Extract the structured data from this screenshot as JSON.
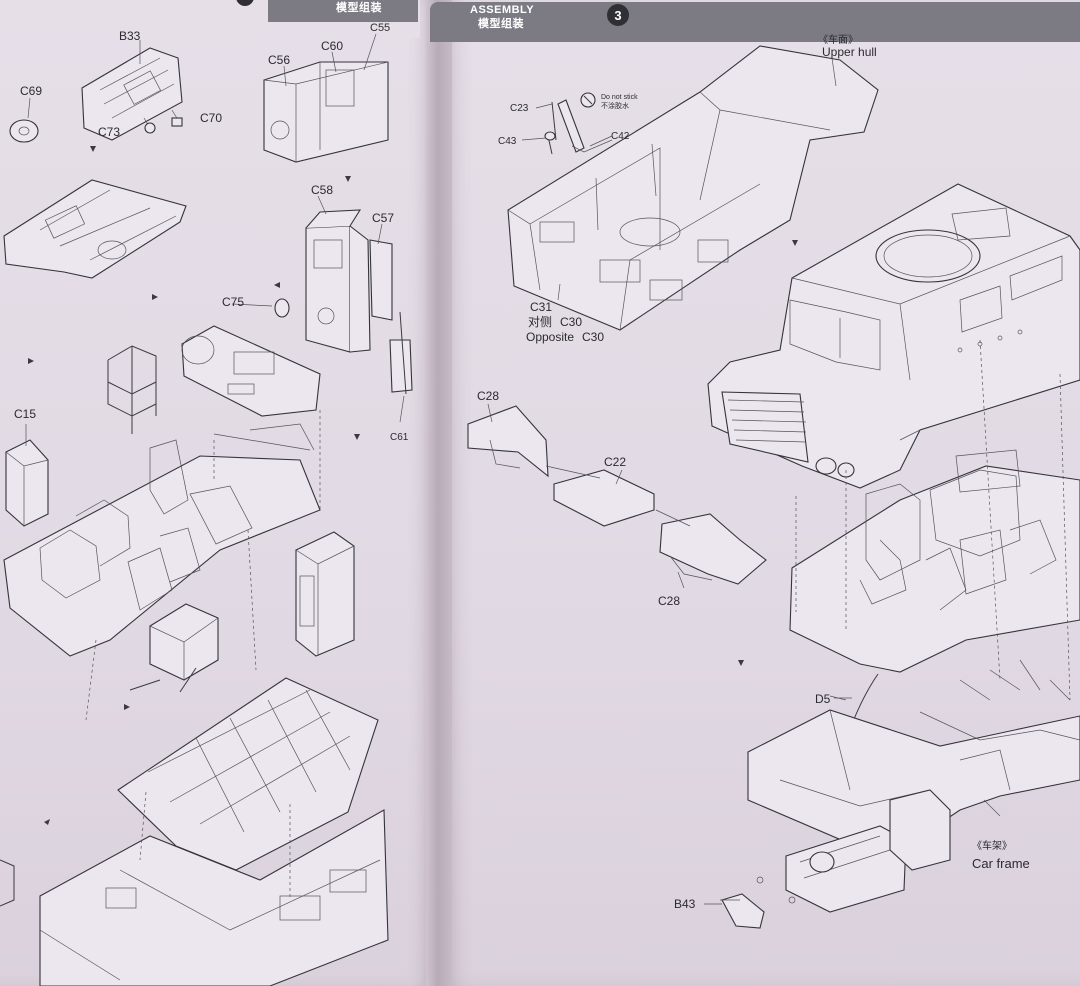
{
  "left_page": {
    "header": {
      "title_cn": "模型组装"
    },
    "labels": [
      {
        "text": "B33"
      },
      {
        "text": "C60"
      },
      {
        "text": "C55"
      },
      {
        "text": "C56"
      },
      {
        "text": "C69"
      },
      {
        "text": "C70"
      },
      {
        "text": "C73"
      },
      {
        "text": "C58"
      },
      {
        "text": "C57"
      },
      {
        "text": "C75"
      },
      {
        "text": "C15"
      },
      {
        "text": "C61"
      }
    ]
  },
  "right_page": {
    "header": {
      "title_en": "ASSEMBLY",
      "title_cn": "模型组装",
      "step": "3"
    },
    "no_glue": {
      "en": "Do not stick",
      "cn": "不涂胶水"
    },
    "upper_hull": {
      "cn": "《车面》",
      "en": "Upper hull"
    },
    "car_frame": {
      "cn": "《车架》",
      "en": "Car frame"
    },
    "opposite": {
      "cn": "对侧",
      "en": "Opposite",
      "part": "C30"
    },
    "labels": [
      {
        "text": "C23"
      },
      {
        "text": "C43"
      },
      {
        "text": "C42"
      },
      {
        "text": "C31"
      },
      {
        "text": "C30"
      },
      {
        "text": "C28"
      },
      {
        "text": "C22"
      },
      {
        "text": "C28"
      },
      {
        "text": "D5"
      },
      {
        "text": "B43"
      }
    ]
  },
  "colors": {
    "header": "#7c7b84",
    "paper": "#e4dde6",
    "ink": "#34343a"
  }
}
